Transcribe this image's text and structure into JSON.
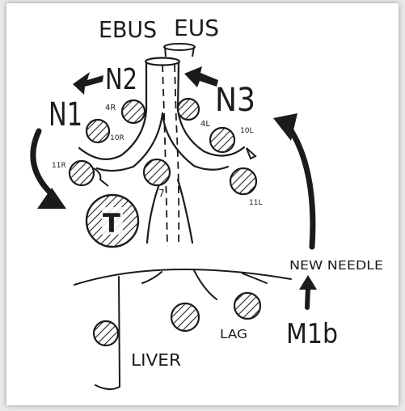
{
  "labels": {
    "ebus": "EBUS",
    "eus": "EUS",
    "n1": "N1",
    "n2": "N2",
    "n3": "N3",
    "node_4r": "4R",
    "node_4l": "4L",
    "node_10r": "10R",
    "node_10l": "10L",
    "node_11r": "11R",
    "node_11l": "11L",
    "node_7": "7",
    "tumor": "T",
    "new_needle": "NEW NEEDLE",
    "m1b": "M1b",
    "liver": "LIVER",
    "lag": "LAG"
  }
}
